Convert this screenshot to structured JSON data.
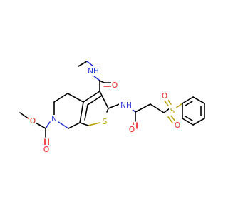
{
  "diagram": {
    "type": "chemical-structure",
    "colors": {
      "carbon_bond": "#000000",
      "oxygen": "#e8231c",
      "nitrogen": "#2b34d6",
      "sulfur": "#b7a20a",
      "background": "#ffffff"
    },
    "atom_labels": {
      "amide_nh_top": "NH",
      "amide_o_top": "O",
      "ring_n": "N",
      "carbamate_o_carbonyl": "O",
      "carbamate_o_ester": "O",
      "thiophene_s": "S",
      "amide_nh_mid": "NH",
      "amide_o_mid": "O",
      "sulfonyl_s": "S",
      "sulfonyl_o_top": "O",
      "sulfonyl_o_bottom": "O"
    }
  }
}
